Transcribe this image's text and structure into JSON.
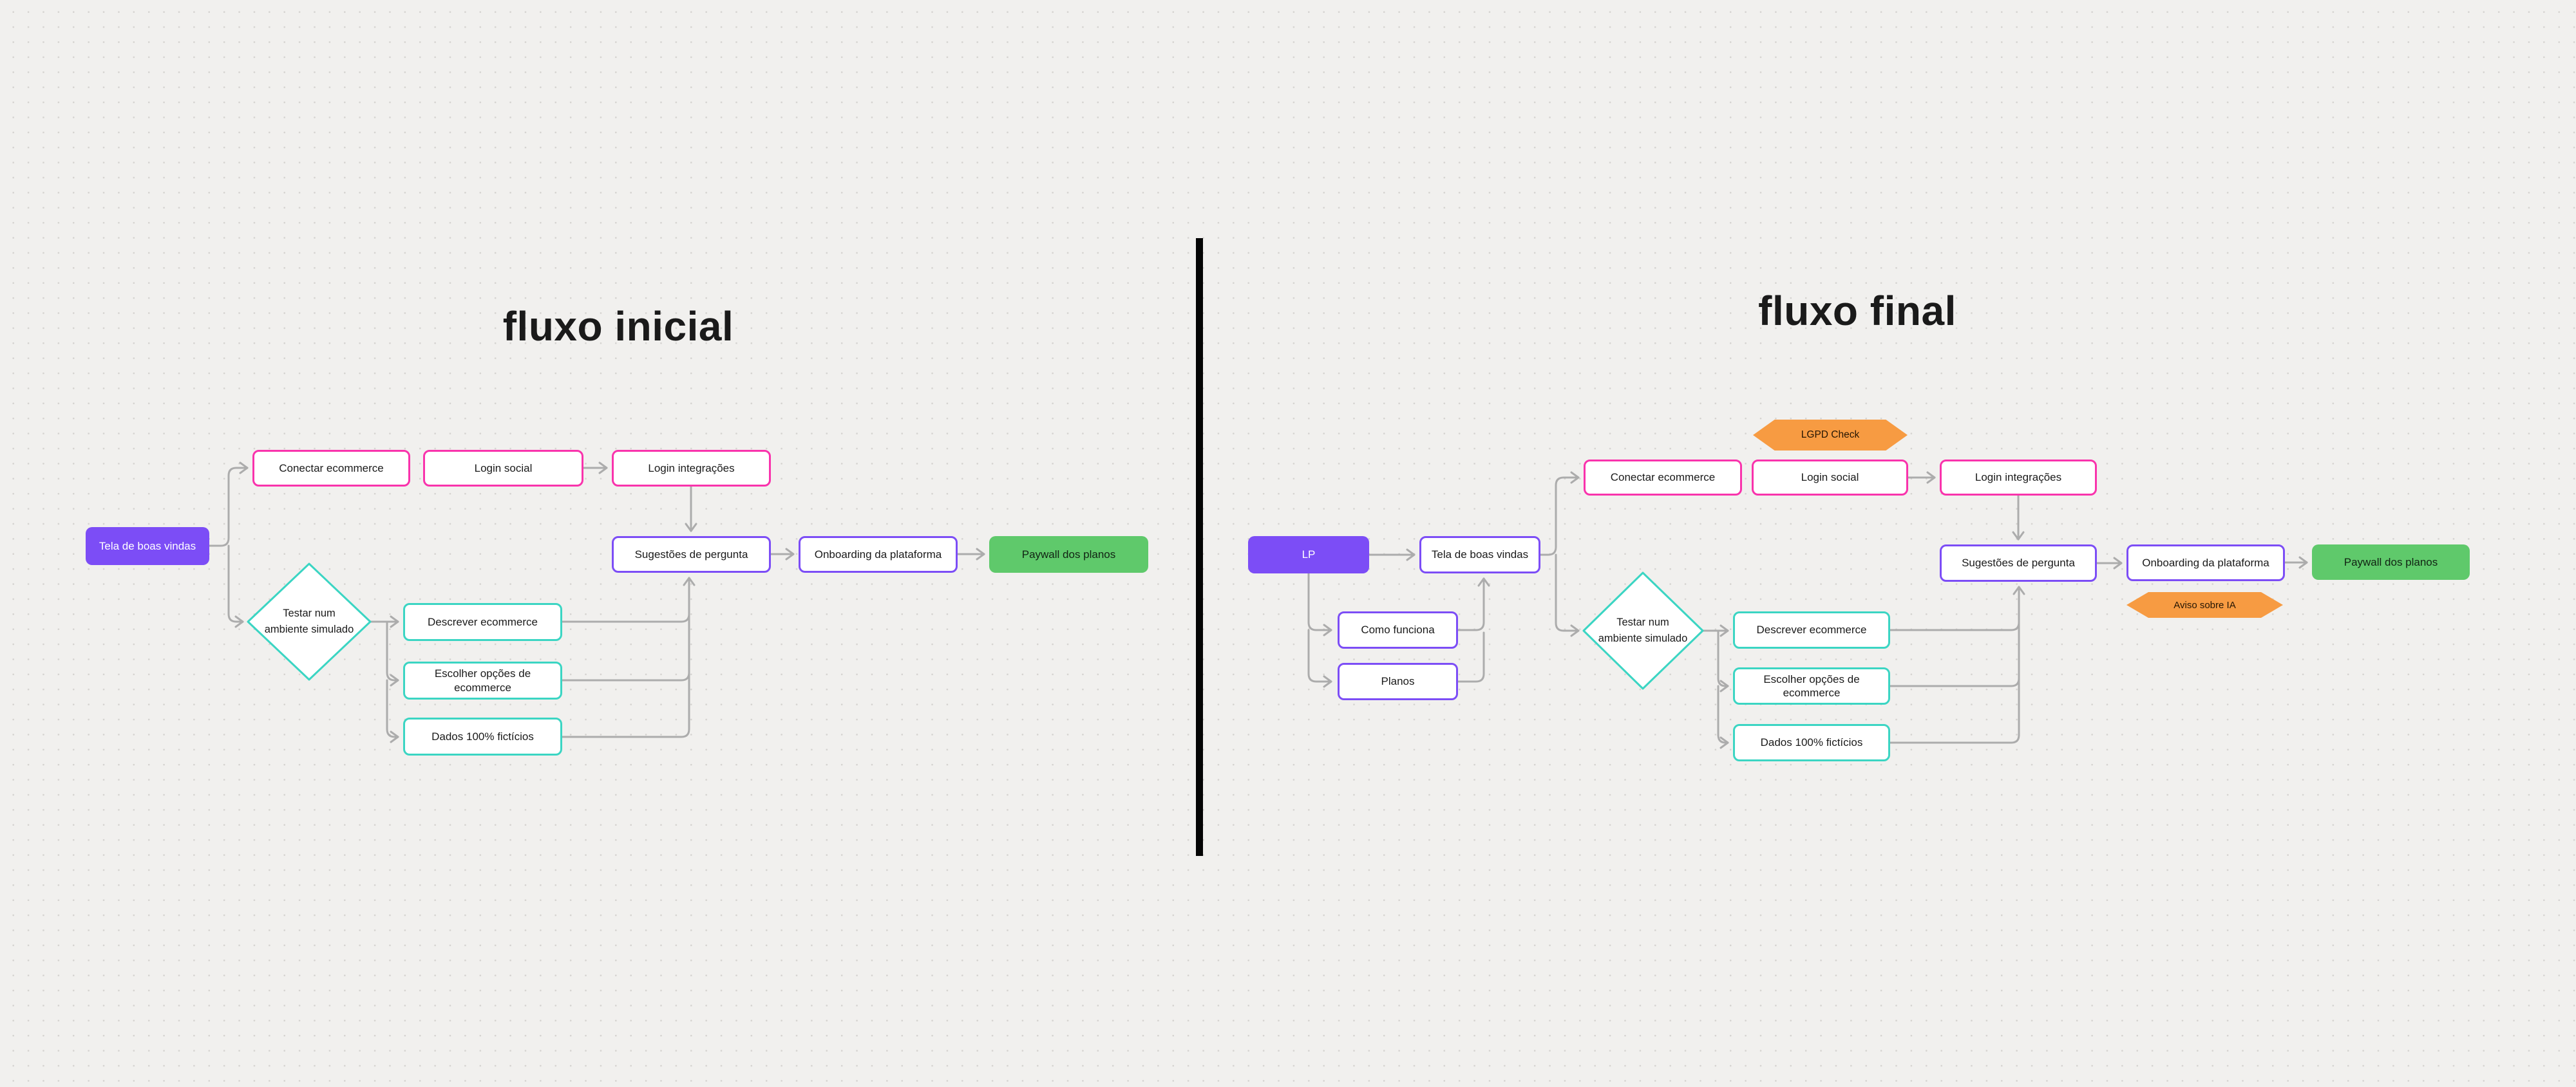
{
  "colors": {
    "bg": "#f1f0ee",
    "dot": "#d5d3d0",
    "ink": "#1a1a1a",
    "purple": "#7c4df6",
    "pink": "#f933ac",
    "teal": "#3bd5c3",
    "green": "#5fc96b",
    "orange": "#f79b42",
    "line": "#acacac",
    "divider": "#050505"
  },
  "flows": {
    "initial": {
      "title": "fluxo inicial",
      "nodes": {
        "welcome": "Tela de boas vindas",
        "connect_ecommerce": "Conectar ecommerce",
        "login_social": "Login social",
        "login_integrations": "Login integrações",
        "test_simulated_env": "Testar num ambiente simulado",
        "describe_ecommerce": "Descrever ecommerce",
        "choose_ecommerce_options": "Escolher opções de ecommerce",
        "fictitious_data": "Dados 100% fictícios",
        "question_suggestions": "Sugestões de pergunta",
        "platform_onboarding": "Onboarding da plataforma",
        "plans_paywall": "Paywall dos planos"
      }
    },
    "final": {
      "title": "fluxo final",
      "nodes": {
        "lp": "LP",
        "welcome": "Tela de boas vindas",
        "how_it_works": "Como funciona",
        "plans": "Planos",
        "lgpd_check": "LGPD Check",
        "connect_ecommerce": "Conectar ecommerce",
        "login_social": "Login social",
        "login_integrations": "Login integrações",
        "test_simulated_env": "Testar num ambiente simulado",
        "describe_ecommerce": "Descrever ecommerce",
        "choose_ecommerce_options": "Escolher opções de ecommerce",
        "fictitious_data": "Dados 100% fictícios",
        "question_suggestions": "Sugestões de pergunta",
        "platform_onboarding": "Onboarding da plataforma",
        "ai_notice": "Aviso sobre IA",
        "plans_paywall": "Paywall dos planos"
      }
    }
  }
}
